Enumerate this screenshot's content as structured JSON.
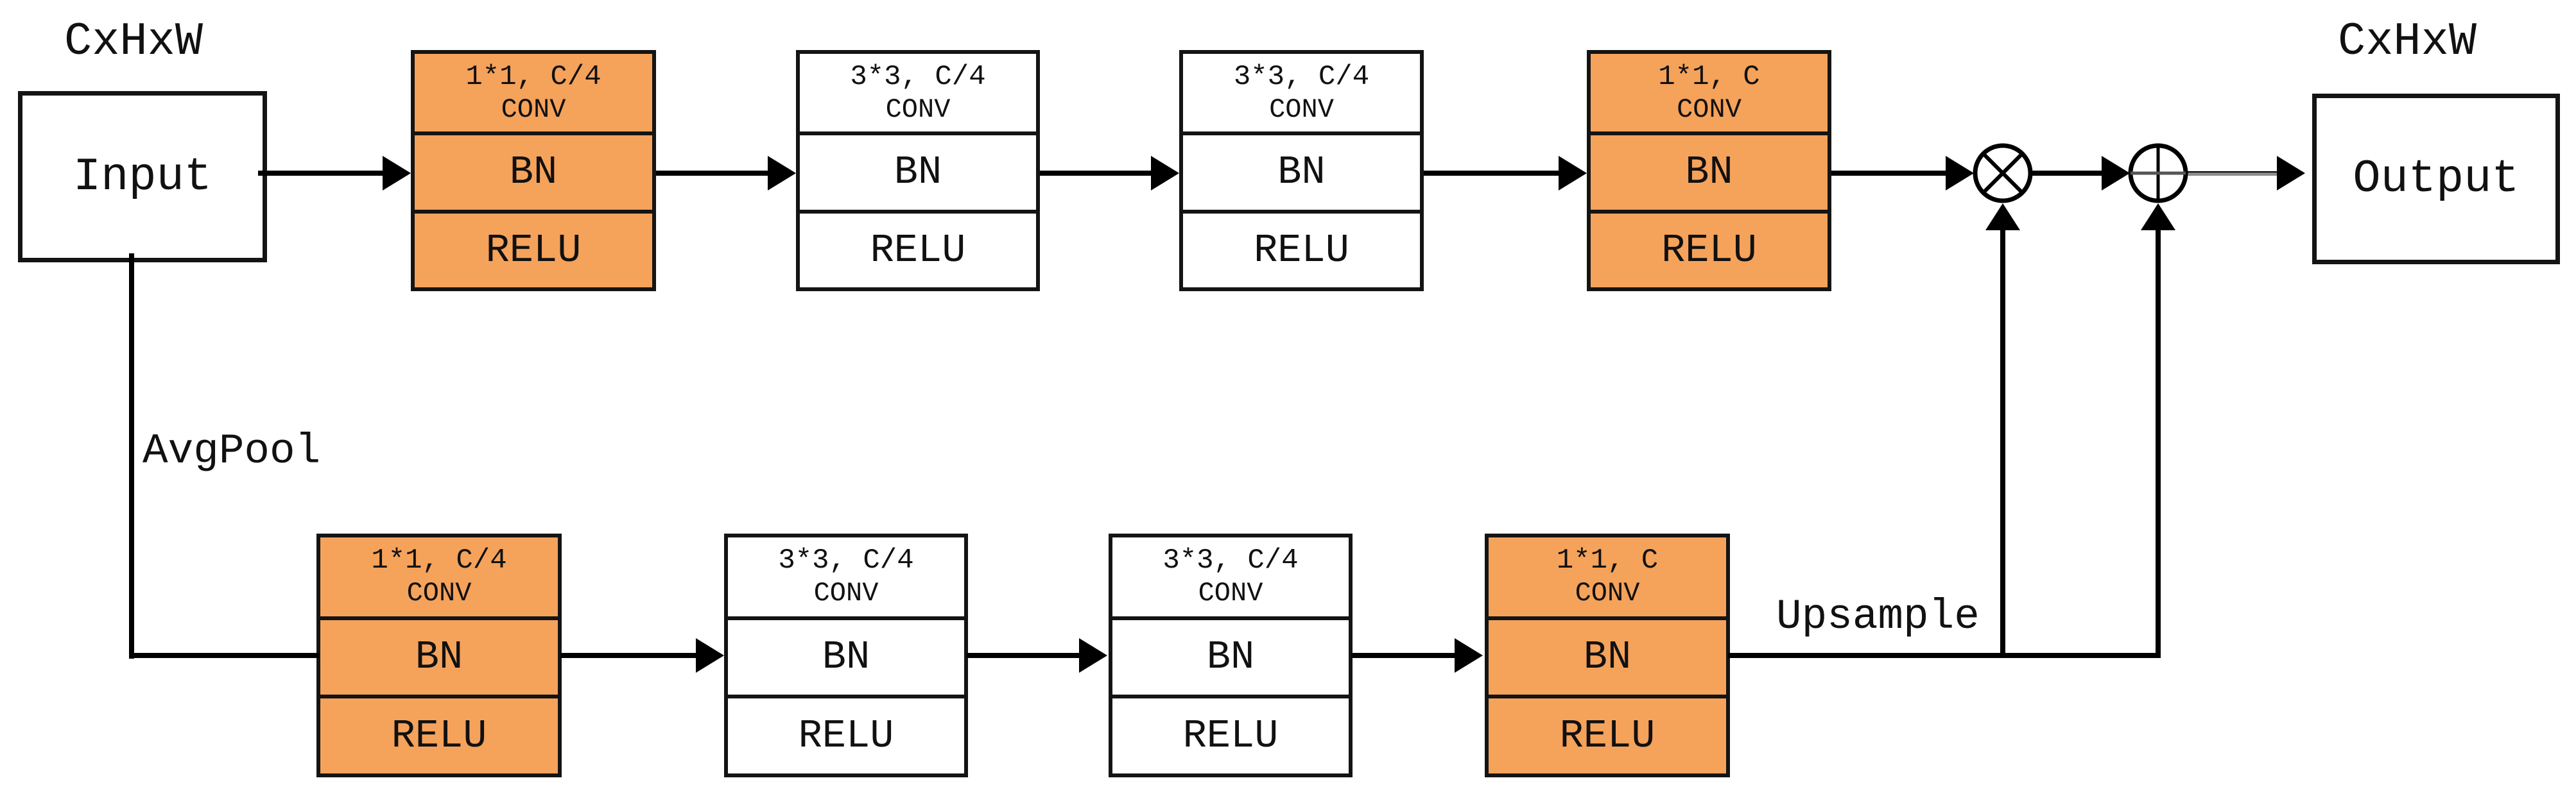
{
  "diagram": {
    "input": {
      "dim_label": "CxHxW",
      "label": "Input"
    },
    "output": {
      "dim_label": "CxHxW",
      "label": "Output"
    },
    "branch_labels": {
      "avgpool": "AvgPool",
      "upsample": "Upsample"
    },
    "operators": {
      "multiply": "⊗",
      "add": "⊕"
    },
    "blocks": [
      {
        "kernel": "1*1, C/4",
        "conv": "CONV",
        "bn": "BN",
        "relu": "RELU",
        "highlighted": true
      },
      {
        "kernel": "3*3, C/4",
        "conv": "CONV",
        "bn": "BN",
        "relu": "RELU",
        "highlighted": false
      },
      {
        "kernel": "3*3, C/4",
        "conv": "CONV",
        "bn": "BN",
        "relu": "RELU",
        "highlighted": false
      },
      {
        "kernel": "1*1, C",
        "conv": "CONV",
        "bn": "BN",
        "relu": "RELU",
        "highlighted": true
      },
      {
        "kernel": "1*1, C/4",
        "conv": "CONV",
        "bn": "BN",
        "relu": "RELU",
        "highlighted": true
      },
      {
        "kernel": "3*3, C/4",
        "conv": "CONV",
        "bn": "BN",
        "relu": "RELU",
        "highlighted": false
      },
      {
        "kernel": "3*3, C/4",
        "conv": "CONV",
        "bn": "BN",
        "relu": "RELU",
        "highlighted": false
      },
      {
        "kernel": "1*1, C",
        "conv": "CONV",
        "bn": "BN",
        "relu": "RELU",
        "highlighted": true
      }
    ],
    "colors": {
      "highlight": "#F5A25B",
      "border": "#141414",
      "line": "#000000",
      "thin_line": "#8C8C8C",
      "background": "#FFFFFF"
    }
  }
}
